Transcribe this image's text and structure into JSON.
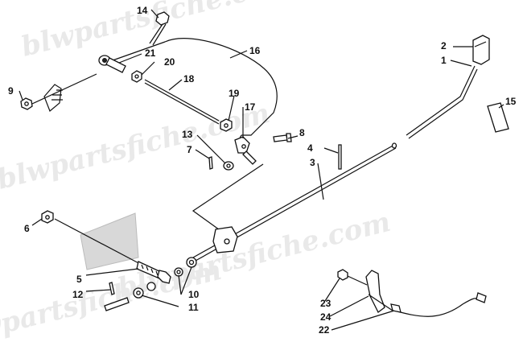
{
  "watermark": "blwpartsfiche.com",
  "callouts": [
    {
      "id": "c1",
      "text": "1"
    },
    {
      "id": "c2",
      "text": "2"
    },
    {
      "id": "c3",
      "text": "3"
    },
    {
      "id": "c4",
      "text": "4"
    },
    {
      "id": "c5",
      "text": "5"
    },
    {
      "id": "c6",
      "text": "6"
    },
    {
      "id": "c7",
      "text": "7"
    },
    {
      "id": "c8",
      "text": "8"
    },
    {
      "id": "c9",
      "text": "9"
    },
    {
      "id": "c10",
      "text": "10"
    },
    {
      "id": "c11",
      "text": "11"
    },
    {
      "id": "c12",
      "text": "12"
    },
    {
      "id": "c13",
      "text": "13"
    },
    {
      "id": "c14",
      "text": "14"
    },
    {
      "id": "c15",
      "text": "15"
    },
    {
      "id": "c16",
      "text": "16"
    },
    {
      "id": "c17",
      "text": "17"
    },
    {
      "id": "c18",
      "text": "18"
    },
    {
      "id": "c19",
      "text": "19"
    },
    {
      "id": "c20",
      "text": "20"
    },
    {
      "id": "c21",
      "text": "21"
    },
    {
      "id": "c22",
      "text": "22"
    },
    {
      "id": "c23",
      "text": "23"
    },
    {
      "id": "c24",
      "text": "24"
    }
  ]
}
